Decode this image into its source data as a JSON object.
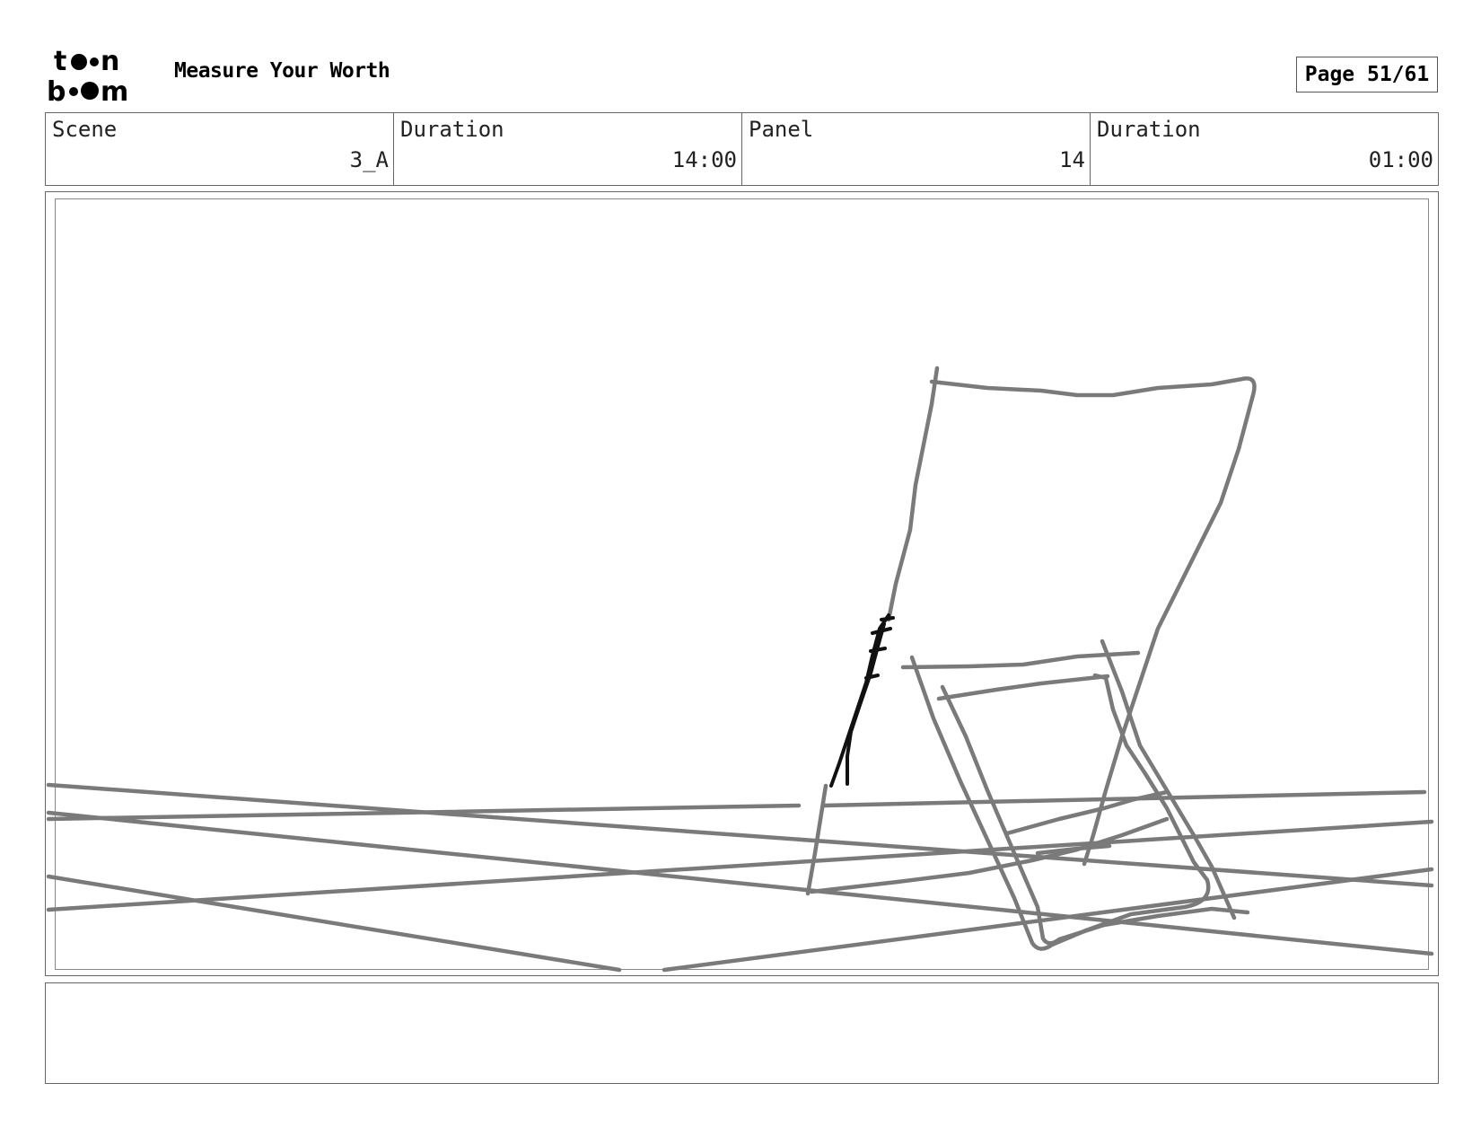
{
  "header": {
    "logo_icon": "toon-boom-logo-icon",
    "project_title": "Measure Your Worth",
    "page_label": "Page 51/61"
  },
  "info": {
    "scene_label": "Scene",
    "scene_value": "3_A",
    "scene_duration_label": "Duration",
    "scene_duration_value": "14:00",
    "panel_label": "Panel",
    "panel_value": "14",
    "panel_duration_label": "Duration",
    "panel_duration_value": "01:00"
  },
  "colors": {
    "sketch_stroke": "#7a7a7a",
    "ink_stroke": "#111111"
  },
  "panel": {
    "drawing_icon": "folding-chair-sketch-icon"
  },
  "notes": {
    "text": ""
  }
}
